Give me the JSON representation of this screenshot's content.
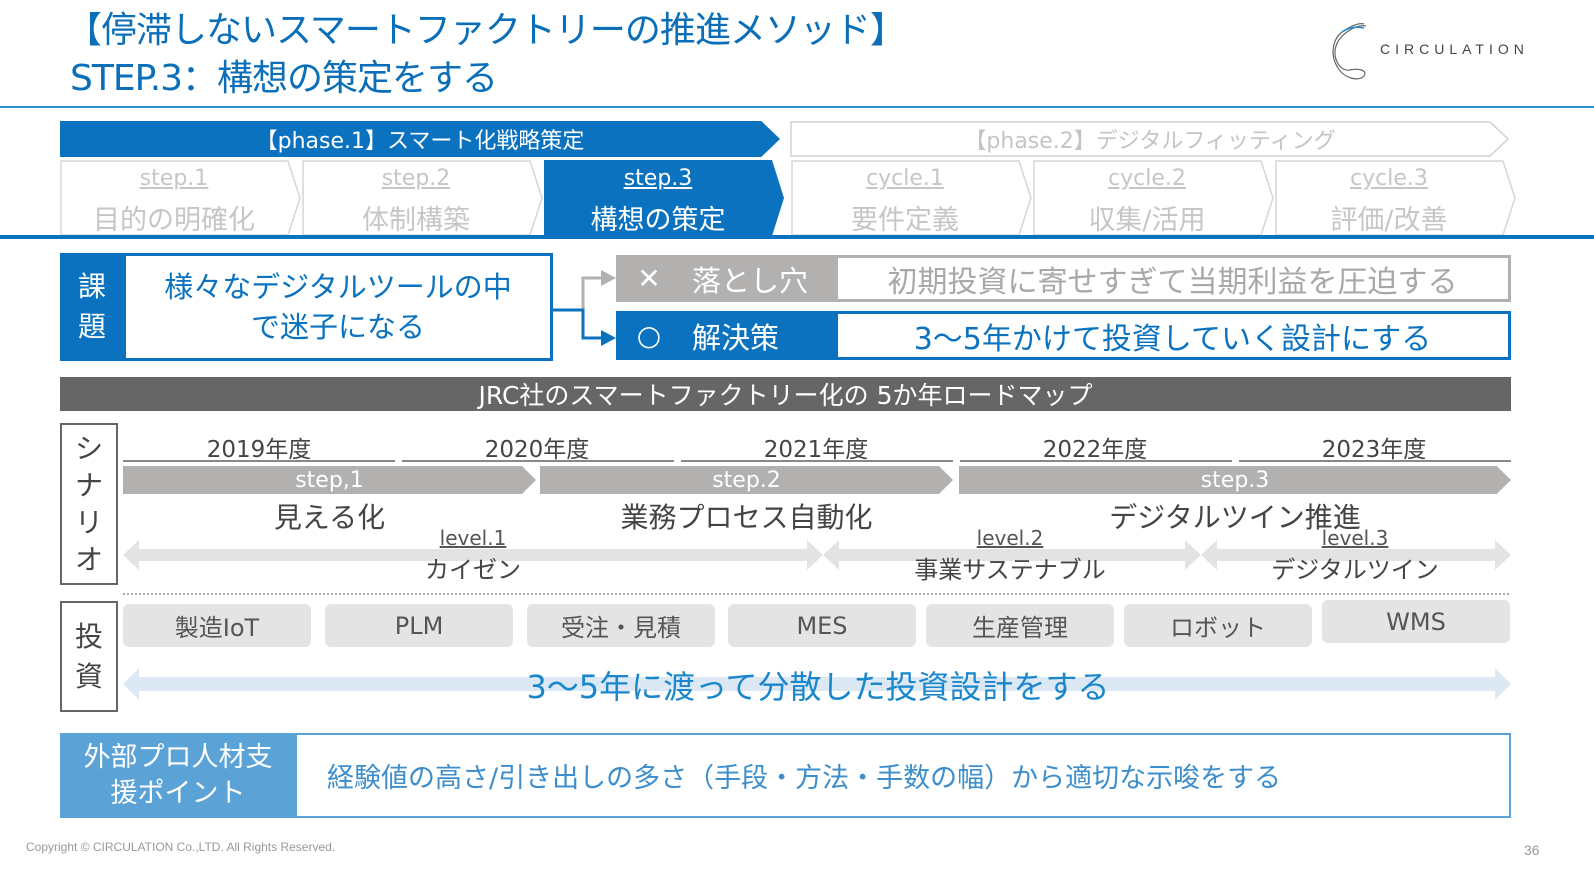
{
  "header": {
    "title_line1": "【停滞しないスマートファクトリーの推進メソッド】",
    "title_line2": "STEP.3：構想の策定をする",
    "logo_text": "CIRCULATION"
  },
  "phases": [
    {
      "label": "【phase.1】スマート化戦略策定",
      "active": true
    },
    {
      "label": "【phase.2】デジタルフィッティング",
      "active": false
    }
  ],
  "steps": [
    {
      "sub": "step.1",
      "label": "目的の明確化",
      "active": false
    },
    {
      "sub": "step.2",
      "label": "体制構築",
      "active": false
    },
    {
      "sub": "step.3",
      "label": "構想の策定",
      "active": true
    },
    {
      "sub": "cycle.1",
      "label": "要件定義",
      "active": false
    },
    {
      "sub": "cycle.2",
      "label": "収集/活用",
      "active": false
    },
    {
      "sub": "cycle.3",
      "label": "評価/改善",
      "active": false
    }
  ],
  "issue": {
    "tag_line1": "課",
    "tag_line2": "題",
    "text_line1": "様々なデジタルツールの中",
    "text_line2": "で迷子になる"
  },
  "pitfall": {
    "icon": "✕",
    "tag": "落とし穴",
    "text": "初期投資に寄せすぎて当期利益を圧迫する"
  },
  "solution": {
    "icon": "○",
    "tag": "解決策",
    "text": "3～5年かけて投資していく設計にする"
  },
  "roadmap": {
    "title": "JRC社のスマートファクトリー化の 5か年ロードマップ",
    "scenario_tag": [
      "シ",
      "ナ",
      "リ",
      "オ"
    ],
    "years": [
      "2019年度",
      "2020年度",
      "2021年度",
      "2022年度",
      "2023年度"
    ],
    "step_bars": [
      {
        "label": "step,1",
        "title": "見える化"
      },
      {
        "label": "step.2",
        "title": "業務プロセス自動化"
      },
      {
        "label": "step.3",
        "title": "デジタルツイン推進"
      }
    ],
    "levels": [
      {
        "label": "level.1",
        "text": "カイゼン"
      },
      {
        "label": "level.2",
        "text": "事業サステナブル"
      },
      {
        "label": "level.3",
        "text": "デジタルツイン"
      }
    ],
    "invest_tag": [
      "投",
      "資"
    ],
    "investments": [
      "製造IoT",
      "PLM",
      "受注・見積",
      "MES",
      "生産管理",
      "ロボット",
      "WMS"
    ],
    "invest_message": "3～5年に渡って分散した投資設計をする"
  },
  "support": {
    "tag_line1": "外部プロ人材支",
    "tag_line2": "援ポイント",
    "text": "経験値の高さ/引き出しの多さ（手段・方法・手数の幅）から適切な示唆をする"
  },
  "footer": {
    "copyright": "Copyright © CIRCULATION Co.,LTD. All Rights Reserved.",
    "page": "36"
  },
  "colors": {
    "primary_blue": "#0a72bf",
    "light_blue": "#5ba3d6",
    "gray": "#b3b1b0",
    "dark_gray": "#666666"
  }
}
